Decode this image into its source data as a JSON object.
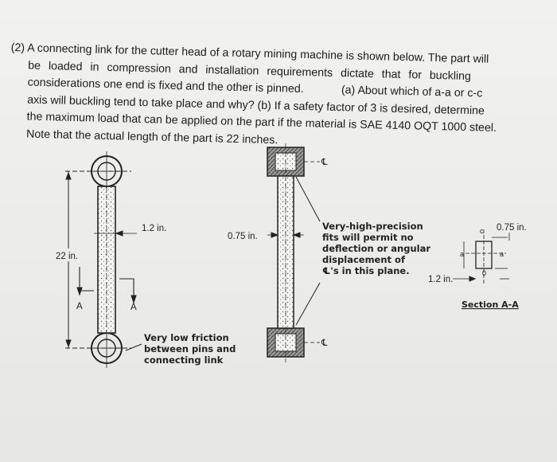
{
  "problem": {
    "number": "(2)",
    "text_line1": "A connecting link for the cutter head of a rotary mining machine is shown below. The part will",
    "text_line2": "be loaded in compression and installation requirements dictate that for buckling",
    "text_line3": "considerations one end is fixed and the other is pinned.            (a) About which of a-a or c-c",
    "text_line4": "axis will buckling tend to take place and why? (b) If a safety factor of 3 is desired, determine",
    "text_line5": "the maximum load that can be applied on the part if the material is SAE 4140 OQT 1000 steel.",
    "note": "Note that the actual length of the part is 22 inches."
  },
  "figure": {
    "left_view": {
      "length_label": "22 in.",
      "width_label": "1.2 in.",
      "section_marker": "A",
      "pin_note_line1": "Very low friction",
      "pin_note_line2": "between pins and",
      "pin_note_line3": "connecting link"
    },
    "right_view": {
      "thickness_label": "0.75 in.",
      "centerline_symbol": "℄",
      "fit_note_line1": "Very-high-precision",
      "fit_note_line2": "fits will permit no",
      "fit_note_line3": "deflection or angular",
      "fit_note_line4": "displacement of",
      "fit_note_line5": "℄'s in this plane."
    },
    "section_view": {
      "top_label": "0.75 in.",
      "side_label": "1.2 in.",
      "axis_a": "a",
      "axis_c": "c",
      "axis_zero": "0",
      "caption": "Section A-A"
    }
  }
}
